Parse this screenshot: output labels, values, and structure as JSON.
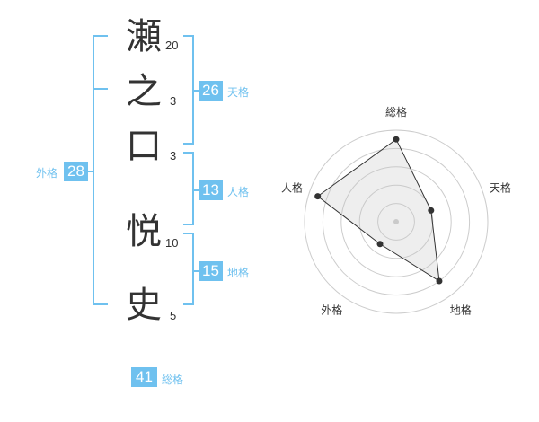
{
  "colors": {
    "accent": "#6fc1ef",
    "text": "#333333",
    "ring": "#cccccc",
    "fill": "#eeeeee"
  },
  "name": {
    "chars": [
      {
        "char": "瀬",
        "strokes": "20"
      },
      {
        "char": "之",
        "strokes": "3"
      },
      {
        "char": "口",
        "strokes": "3"
      },
      {
        "char": "悦",
        "strokes": "10"
      },
      {
        "char": "史",
        "strokes": "5"
      }
    ]
  },
  "fortune": {
    "tenkaku": {
      "value": "26",
      "label": "天格"
    },
    "jinkaku": {
      "value": "13",
      "label": "人格"
    },
    "chikaku": {
      "value": "15",
      "label": "地格"
    },
    "gaikaku": {
      "value": "28",
      "label": "外格"
    },
    "soukaku": {
      "value": "41",
      "label": "総格"
    }
  },
  "radar": {
    "axes": [
      "総格",
      "天格",
      "地格",
      "外格",
      "人格"
    ],
    "values": [
      0.9,
      0.4,
      0.8,
      0.3,
      0.9
    ],
    "max": 1
  }
}
